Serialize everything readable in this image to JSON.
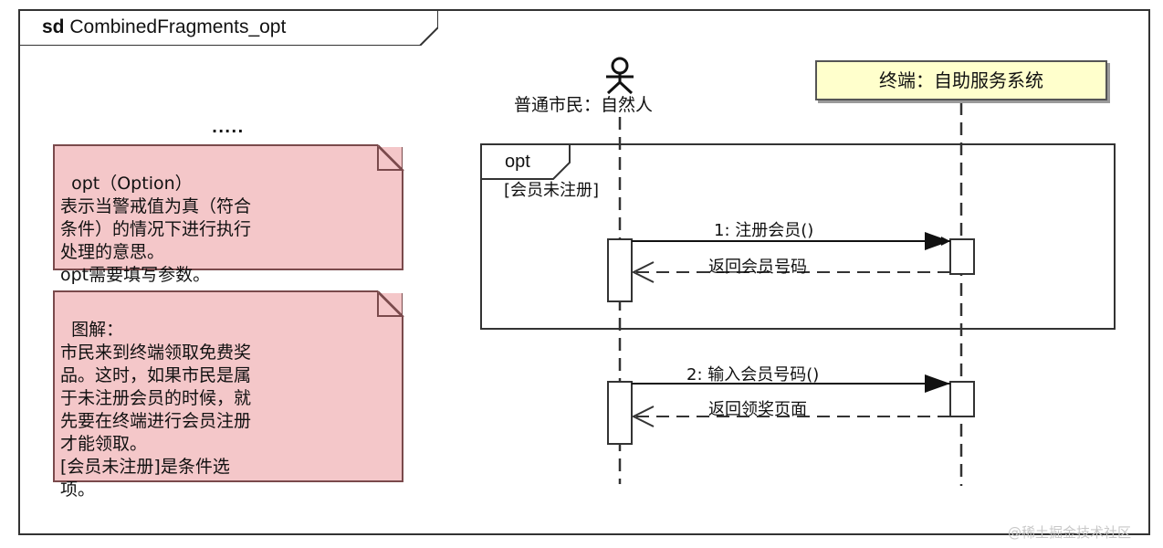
{
  "diagram": {
    "frame": {
      "keyword": "sd",
      "name": "CombinedFragments_opt"
    },
    "ellipsis": "·····",
    "note_option": {
      "text": "opt（Option）\n表示当警戒值为真（符合\n条件）的情况下进行执行\n处理的意思。\nopt需要填写参数。"
    },
    "note_explain": {
      "text": "图解：\n市民来到终端领取免费奖\n品。这时，如果市民是属\n于未注册会员的时候，就\n先要在终端进行会员注册\n才能领取。\n[会员未注册]是条件选\n项。"
    },
    "actor": {
      "label": "普通市民：自然人",
      "icon": "stick-figure-actor-icon"
    },
    "lifeline": {
      "label": "终端：自助服务系统",
      "fill": "#ffffcc"
    },
    "fragment": {
      "operator": "opt",
      "guard": "[会员未注册]"
    },
    "messages": [
      {
        "label": "1: 注册会员()",
        "kind": "sync"
      },
      {
        "label": "返回会员号码",
        "kind": "return"
      },
      {
        "label": "2: 输入会员号码()",
        "kind": "sync"
      },
      {
        "label": "返回领奖页面",
        "kind": "return"
      }
    ],
    "watermark": "@稀土掘金技术社区",
    "colors": {
      "note_fill": "#f4c7c9",
      "lifeline_fill": "#ffffcc"
    }
  }
}
